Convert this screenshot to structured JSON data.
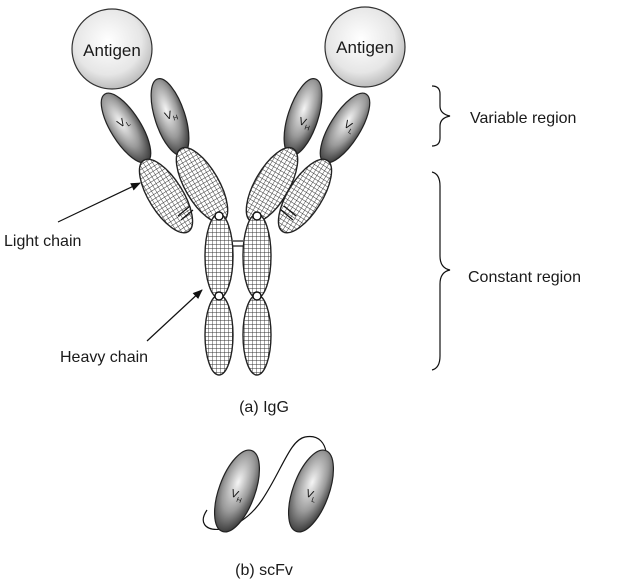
{
  "antigens": [
    "Antigen",
    "Antigen"
  ],
  "domains": {
    "vh": "V",
    "vh_sub": "H",
    "vl": "V",
    "vl_sub": "L"
  },
  "labels": {
    "variable_region": "Variable region",
    "constant_region": "Constant region",
    "light_chain": "Light chain",
    "heavy_chain": "Heavy chain",
    "caption_igg": "(a) IgG",
    "caption_scfv": "(b) scFv"
  }
}
